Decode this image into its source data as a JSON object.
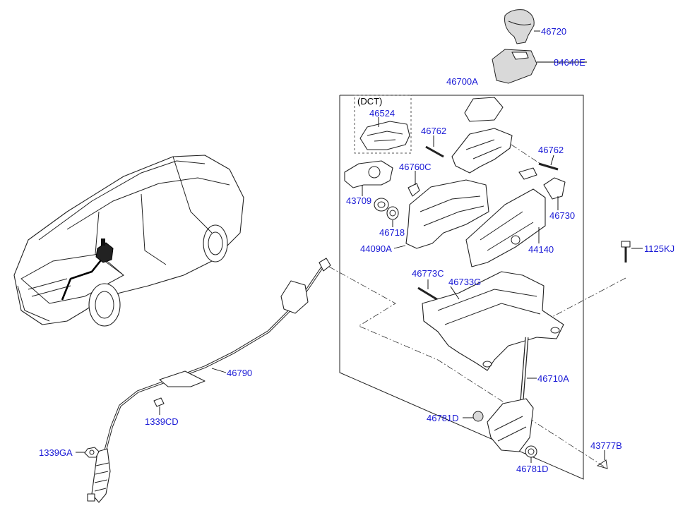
{
  "colors": {
    "label": "#1a1ad6",
    "line": "#222222",
    "background": "#ffffff",
    "assembly_highlight": "#000000"
  },
  "group_note": "(DCT)",
  "labels": {
    "p46720": "46720",
    "p84640E": "84640E",
    "p46700A": "46700A",
    "p46524": "46524",
    "p46762a": "46762",
    "p46762b": "46762",
    "p46760C": "46760C",
    "p43709": "43709",
    "p46718": "46718",
    "p46730": "46730",
    "p44090A": "44090A",
    "p44140": "44140",
    "p1125KJ": "1125KJ",
    "p46773C": "46773C",
    "p46733G": "46733G",
    "p46790": "46790",
    "p46710A": "46710A",
    "p1339CD": "1339CD",
    "p46781Da": "46781D",
    "p46781Db": "46781D",
    "p1339GA": "1339GA",
    "p43777B": "43777B"
  },
  "icons": [
    "car-illustration",
    "shift-knob-icon",
    "shift-boot-icon",
    "cable-icon",
    "bracket-icon",
    "bolt-icon",
    "pin-icon",
    "bushing-icon"
  ]
}
